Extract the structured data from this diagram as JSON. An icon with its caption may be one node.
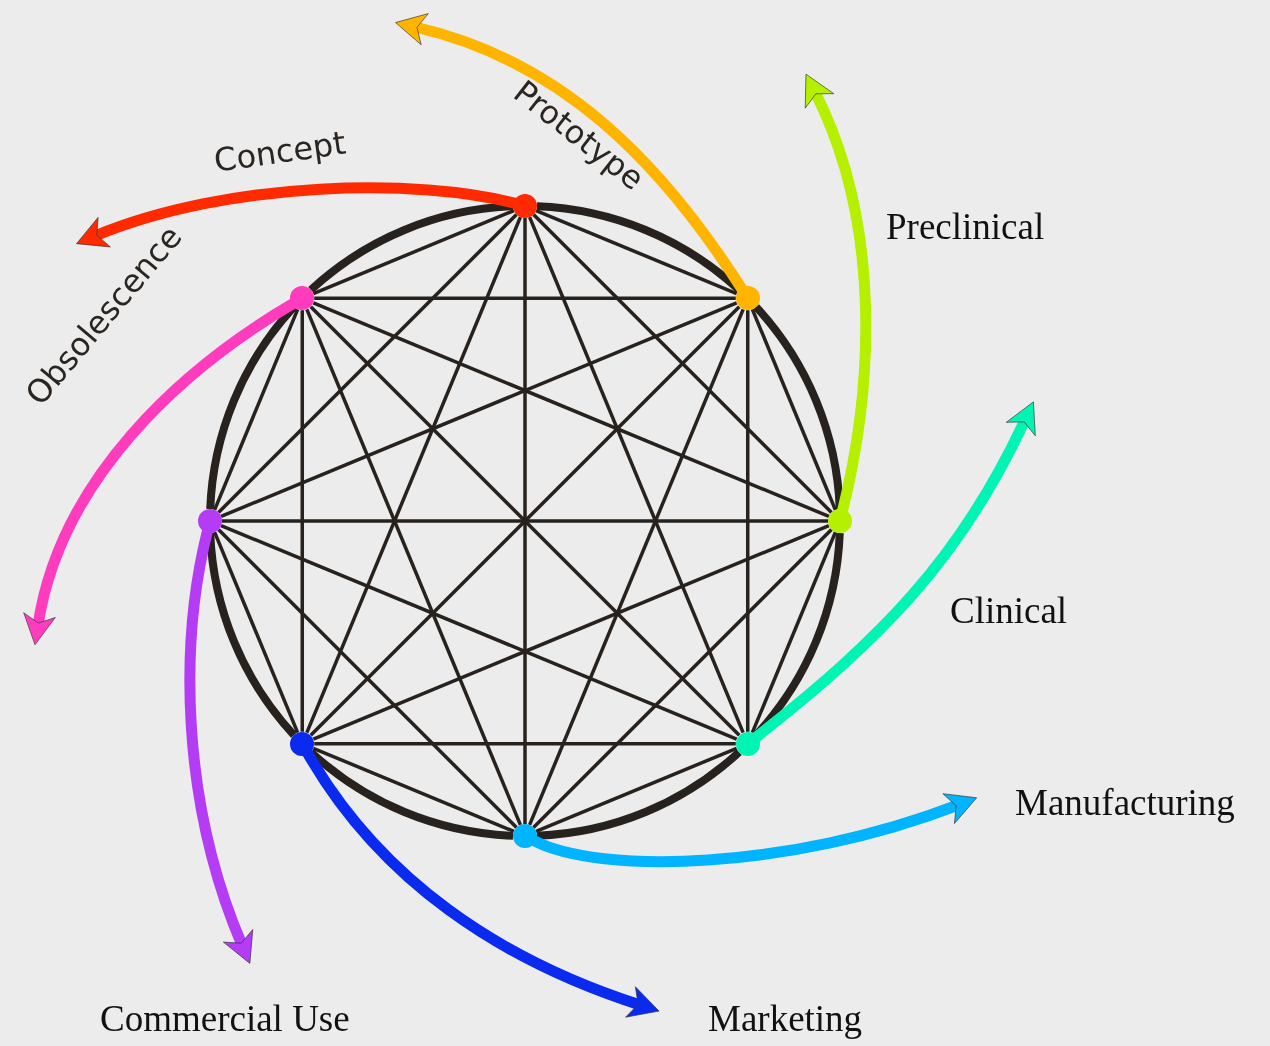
{
  "diagram": {
    "nodes": [
      {
        "text": [],
        "shape": "circle"
      },
      {
        "text": [],
        "shape": "circle"
      },
      {
        "text": [],
        "shape": "circle"
      },
      {
        "text": [],
        "shape": "circle"
      },
      {
        "text": [],
        "shape": "circle"
      },
      {
        "text": [],
        "shape": "circle"
      },
      {
        "text": [],
        "shape": "circle"
      },
      {
        "text": [],
        "shape": "circle"
      }
    ],
    "edges": [
      {
        "from": 0,
        "to": 2,
        "arrow": "none",
        "style": "thick"
      },
      {
        "from": 2,
        "to": 4,
        "arrow": "none",
        "style": "thick"
      },
      {
        "from": 4,
        "to": 6,
        "arrow": "none",
        "style": "thick"
      },
      {
        "from": 6,
        "to": 7,
        "arrow": "none",
        "style": "thick"
      },
      {
        "from": 7,
        "to": 5,
        "arrow": "none",
        "style": "thick"
      },
      {
        "from": 5,
        "to": 3,
        "arrow": "none",
        "style": "thick"
      },
      {
        "from": 3,
        "to": 1,
        "arrow": "none",
        "style": "thick"
      },
      {
        "from": 1,
        "to": 0,
        "arrow": "none",
        "style": "thick"
      },
      {
        "from": 0,
        "to": 1,
        "arrow": "none"
      },
      {
        "from": 0,
        "to": 2,
        "arrow": "none"
      },
      {
        "from": 0,
        "to": 3,
        "arrow": "none"
      },
      {
        "from": 0,
        "to": 4,
        "arrow": "none"
      },
      {
        "from": 0,
        "to": 5,
        "arrow": "none"
      },
      {
        "from": 0,
        "to": 6,
        "arrow": "none"
      },
      {
        "from": 0,
        "to": 7,
        "arrow": "none"
      },
      {
        "from": 1,
        "to": 2,
        "arrow": "none"
      },
      {
        "from": 1,
        "to": 3,
        "arrow": "none"
      },
      {
        "from": 1,
        "to": 4,
        "arrow": "none"
      },
      {
        "from": 1,
        "to": 5,
        "arrow": "none"
      },
      {
        "from": 1,
        "to": 6,
        "arrow": "none"
      },
      {
        "from": 1,
        "to": 7,
        "arrow": "none"
      },
      {
        "from": 2,
        "to": 3,
        "arrow": "none"
      },
      {
        "from": 2,
        "to": 4,
        "arrow": "none"
      },
      {
        "from": 2,
        "to": 5,
        "arrow": "none"
      },
      {
        "from": 2,
        "to": 6,
        "arrow": "none"
      },
      {
        "from": 2,
        "to": 7,
        "arrow": "none"
      },
      {
        "from": 3,
        "to": 4,
        "arrow": "none"
      },
      {
        "from": 3,
        "to": 5,
        "arrow": "none"
      },
      {
        "from": 3,
        "to": 6,
        "arrow": "none"
      },
      {
        "from": 3,
        "to": 7,
        "arrow": "none"
      },
      {
        "from": 4,
        "to": 5,
        "arrow": "none"
      },
      {
        "from": 4,
        "to": 6,
        "arrow": "none"
      },
      {
        "from": 4,
        "to": 7,
        "arrow": "none"
      },
      {
        "from": 5,
        "to": 6,
        "arrow": "none"
      },
      {
        "from": 5,
        "to": 7,
        "arrow": "none"
      },
      {
        "from": 6,
        "to": 7,
        "arrow": "none"
      },
      {
        "from": 0,
        "to": null,
        "arrow": "to",
        "label": "Concept",
        "style": "thick",
        "color": "#ff2a00"
      },
      {
        "from": 2,
        "to": null,
        "arrow": "to",
        "label": "Prototype",
        "style": "thick",
        "color": "#ffb400"
      },
      {
        "from": 4,
        "to": null,
        "arrow": "to",
        "label": "Preclinical",
        "style": "thick",
        "color": "#b4f000"
      },
      {
        "from": 6,
        "to": null,
        "arrow": "to",
        "label": "Clinical",
        "style": "thick",
        "color": "#00f5b4"
      },
      {
        "from": 7,
        "to": null,
        "arrow": "to",
        "label": "Manufacturing",
        "style": "thick",
        "color": "#00b4ff"
      },
      {
        "from": 5,
        "to": null,
        "arrow": "to",
        "label": "Marketing",
        "style": "thick",
        "color": "#0a2af0"
      },
      {
        "from": 3,
        "to": null,
        "arrow": "to",
        "label": "Commercial Use",
        "style": "thick",
        "color": "#b43cf5"
      },
      {
        "from": 1,
        "to": null,
        "arrow": "to",
        "label": "Obsolescence",
        "style": "thick",
        "color": "#ff3cbe"
      }
    ]
  }
}
